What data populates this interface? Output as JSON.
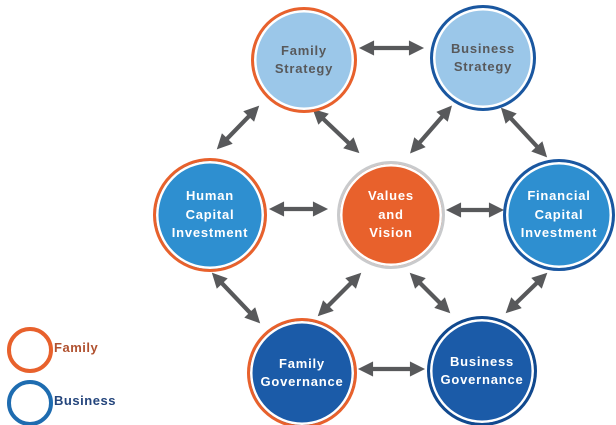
{
  "diagram": {
    "nodes": [
      {
        "id": "family-strategy",
        "label": "Family\nStrategy",
        "fill": "#9bc7e9",
        "border": "#e8612c",
        "text_color": "#58595b",
        "category": "family"
      },
      {
        "id": "business-strategy",
        "label": "Business\nStrategy",
        "fill": "#9bc7e9",
        "border": "#1a57a0",
        "text_color": "#58595b",
        "category": "business"
      },
      {
        "id": "human-capital-investment",
        "label": "Human\nCapital\nInvestment",
        "fill": "#2e8fd0",
        "border": "#e8612c",
        "text_color": "#ffffff",
        "category": "family"
      },
      {
        "id": "values-and-vision",
        "label": "Values\nand\nVision",
        "fill": "#e8612c",
        "border": "#c9cacc",
        "text_color": "#ffffff",
        "category": "center"
      },
      {
        "id": "financial-capital-investment",
        "label": "Financial\nCapital\nInvestment",
        "fill": "#2e8fd0",
        "border": "#1a57a0",
        "text_color": "#ffffff",
        "category": "business"
      },
      {
        "id": "family-governance",
        "label": "Family\nGovernance",
        "fill": "#1b5ba8",
        "border": "#e8612c",
        "text_color": "#ffffff",
        "category": "family"
      },
      {
        "id": "business-governance",
        "label": "Business\nGovernance",
        "fill": "#1b5ba8",
        "border": "#11498e",
        "text_color": "#ffffff",
        "category": "business"
      }
    ],
    "edges": [
      {
        "from": "family-strategy",
        "to": "business-strategy",
        "bidirectional": true
      },
      {
        "from": "family-strategy",
        "to": "human-capital-investment",
        "bidirectional": true
      },
      {
        "from": "family-strategy",
        "to": "values-and-vision",
        "bidirectional": true
      },
      {
        "from": "business-strategy",
        "to": "values-and-vision",
        "bidirectional": true
      },
      {
        "from": "business-strategy",
        "to": "financial-capital-investment",
        "bidirectional": true
      },
      {
        "from": "human-capital-investment",
        "to": "values-and-vision",
        "bidirectional": true
      },
      {
        "from": "values-and-vision",
        "to": "financial-capital-investment",
        "bidirectional": true
      },
      {
        "from": "human-capital-investment",
        "to": "family-governance",
        "bidirectional": true
      },
      {
        "from": "values-and-vision",
        "to": "family-governance",
        "bidirectional": true
      },
      {
        "from": "values-and-vision",
        "to": "business-governance",
        "bidirectional": true
      },
      {
        "from": "financial-capital-investment",
        "to": "business-governance",
        "bidirectional": true
      },
      {
        "from": "family-governance",
        "to": "business-governance",
        "bidirectional": true
      }
    ],
    "legend": {
      "items": [
        {
          "label": "Family",
          "ring_color": "#e8612c",
          "label_color": "#b0512f"
        },
        {
          "label": "Business",
          "ring_color": "#1e6cb0",
          "label_color": "#24457c"
        }
      ]
    },
    "colors": {
      "arrow": "#58595b",
      "orange": "#e8612c",
      "light_blue": "#9bc7e9",
      "mid_blue": "#2e8fd0",
      "dark_blue": "#1b5ba8"
    }
  }
}
